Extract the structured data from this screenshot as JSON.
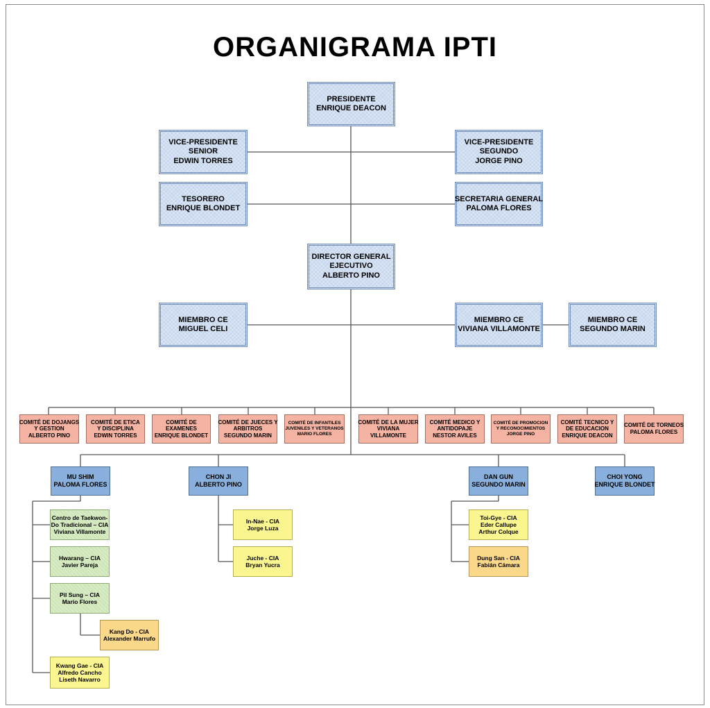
{
  "title": "ORGANIGRAMA IPTI",
  "nodes": {
    "presidente": [
      "PRESIDENTE",
      "ENRIQUE DEACON"
    ],
    "vp_senior": [
      "VICE-PRESIDENTE",
      "SENIOR",
      "EDWIN TORRES"
    ],
    "vp_segundo": [
      "VICE-PRESIDENTE",
      "SEGUNDO",
      "JORGE PINO"
    ],
    "tesorero": [
      "TESORERO",
      "ENRIQUE BLONDET"
    ],
    "secretaria": [
      "SECRETARIA GENERAL",
      "PALOMA FLORES"
    ],
    "director": [
      "DIRECTOR GENERAL",
      "EJECUTIVO",
      "ALBERTO PINO"
    ],
    "miembro_celi": [
      "MIEMBRO CE",
      "MIGUEL CELI"
    ],
    "miembro_villamonte": [
      "MIEMBRO CE",
      "VIVIANA VILLAMONTE"
    ],
    "miembro_marin": [
      "MIEMBRO CE",
      "SEGUNDO MARIN"
    ],
    "comite_dojangs": [
      "COMITÉ DE DOJANGS",
      "Y GESTION",
      "ALBERTO PINO"
    ],
    "comite_etica": [
      "COMITÉ DE ETICA",
      "Y DISCIPLINA",
      "EDWIN TORRES"
    ],
    "comite_examenes": [
      "COMITÉ DE",
      "EXAMENES",
      "ENRIQUE BLONDET"
    ],
    "comite_jueces": [
      "COMITÉ DE JUECES Y",
      "ARBITROS",
      "SEGUNDO MARIN"
    ],
    "comite_infantiles": [
      "COMITÉ DE INFANTILES",
      "JUVENILES Y VETERANOS",
      "MARIO FLORES"
    ],
    "comite_mujer": [
      "COMITÉ DE LA MUJER",
      "VIVIANA",
      "VILLAMONTE"
    ],
    "comite_medico": [
      "COMITÉ MEDICO Y",
      "ANTIDOPAJE",
      "NESTOR AVILES"
    ],
    "comite_promocion": [
      "COMITÉ DE PROMOCION",
      "Y RECONOCIMIENTOS",
      "JORGE PINO"
    ],
    "comite_tecnico": [
      "COMITÉ TECNICO Y",
      "DE EDUCACION",
      "ENRIQUE DEACON"
    ],
    "comite_torneos": [
      "COMITÉ DE TORNEOS",
      "PALOMA FLORES"
    ],
    "mu_shim": [
      "MU SHIM",
      "PALOMA FLORES"
    ],
    "chon_ji": [
      "CHON JI",
      "ALBERTO PINO"
    ],
    "dan_gun": [
      "DAN GUN",
      "SEGUNDO MARIN"
    ],
    "choi_yong": [
      "CHOI YONG",
      "ENRIQUE BLONDET"
    ],
    "centro_tkd": [
      "Centro de Taekwon-",
      "Do Tradicional – CIA",
      "Viviana Villamonte"
    ],
    "hwarang": [
      "Hwarang – CIA",
      "Javier Pareja"
    ],
    "pil_sung": [
      "Pil Sung – CIA",
      "Mario Flores"
    ],
    "kang_do": [
      "Kang Do - CIA",
      "Alexander Marrufo"
    ],
    "kwang_gae": [
      "Kwang Gae - CIA",
      "Alfredo Cancho",
      "Liseth Navarro"
    ],
    "in_nae": [
      "In-Nae - CIA",
      "Jorge Luza"
    ],
    "juche": [
      "Juche - CIA",
      "Bryan Yucra"
    ],
    "toi_gye": [
      "Toi-Gye - CIA",
      "Eder Callupe",
      "Arthur Colque"
    ],
    "dung_san": [
      "Dung San - CIA",
      "Fabián Cámara"
    ]
  }
}
